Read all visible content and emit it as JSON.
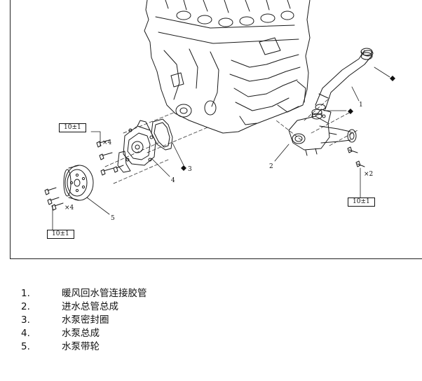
{
  "callouts": {
    "part_1": "1",
    "part_2": "2",
    "part_3": "3",
    "part_4": "4",
    "part_5": "5",
    "qty_pump_bolts": "×4",
    "qty_pulley_bolts": "×4",
    "qty_inlet_bolts": "×2"
  },
  "torque_specs": {
    "pump_bolts": "10±1",
    "pulley_bolts": "10±1",
    "inlet_bolts": "10±1"
  },
  "parts_list": [
    {
      "num": "1.",
      "name": "暖风回水管连接胶管"
    },
    {
      "num": "2.",
      "name": "进水总管总成"
    },
    {
      "num": "3.",
      "name": "水泵密封圈"
    },
    {
      "num": "4.",
      "name": "水泵总成"
    },
    {
      "num": "5.",
      "name": "水泵带轮"
    }
  ]
}
